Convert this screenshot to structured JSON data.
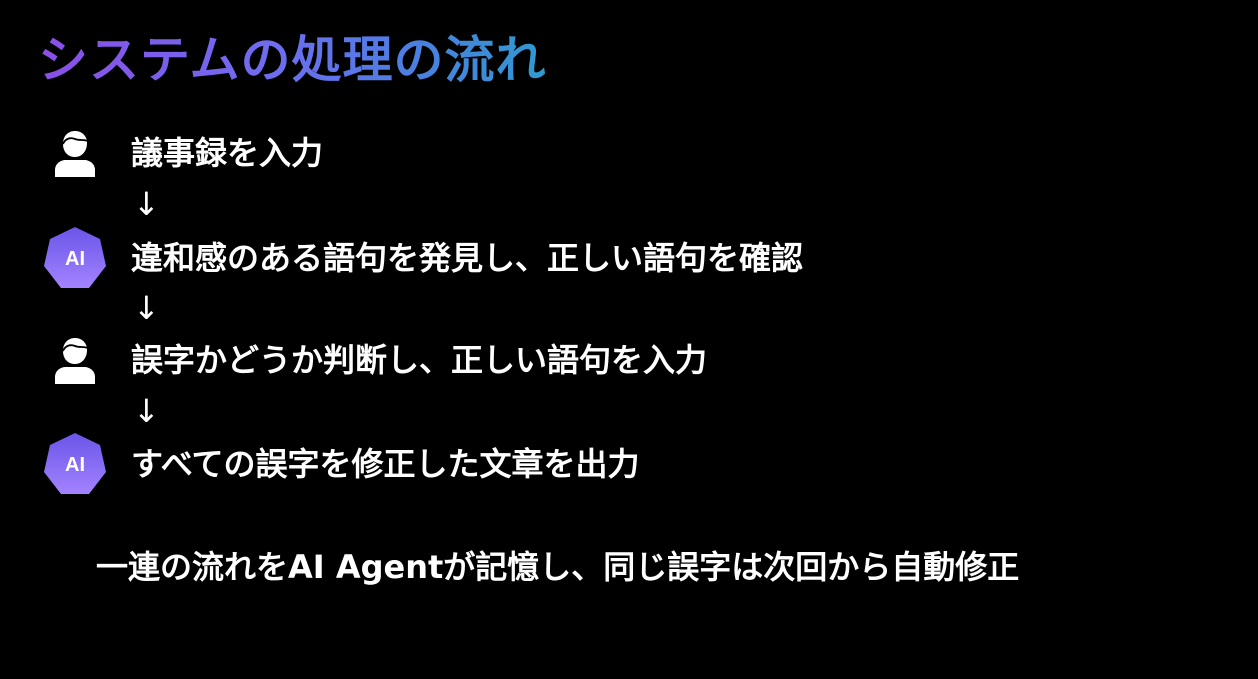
{
  "slide": {
    "title": "システムの処理の流れ",
    "steps": [
      {
        "actor_icon": "person-icon",
        "text": "議事録を入力"
      },
      {
        "actor_icon": "ai-badge-icon",
        "actor_label": "AI",
        "text": "違和感のある語句を発見し、正しい語句を確認"
      },
      {
        "actor_icon": "person-icon",
        "text": "誤字かどうか判断し、正しい語句を入力"
      },
      {
        "actor_icon": "ai-badge-icon",
        "actor_label": "AI",
        "text": "すべての誤字を修正した文章を出力"
      }
    ],
    "arrow": "↓",
    "summary": "一連の流れをAI Agentが記憶し、同じ誤字は次回から自動修正"
  },
  "colors": {
    "background": "#000000",
    "text": "#ffffff",
    "title_gradient_start": "#8a4ee6",
    "title_gradient_end": "#2f9ad0",
    "ai_badge_top": "#6a55e8",
    "ai_badge_bottom": "#a383ff"
  }
}
